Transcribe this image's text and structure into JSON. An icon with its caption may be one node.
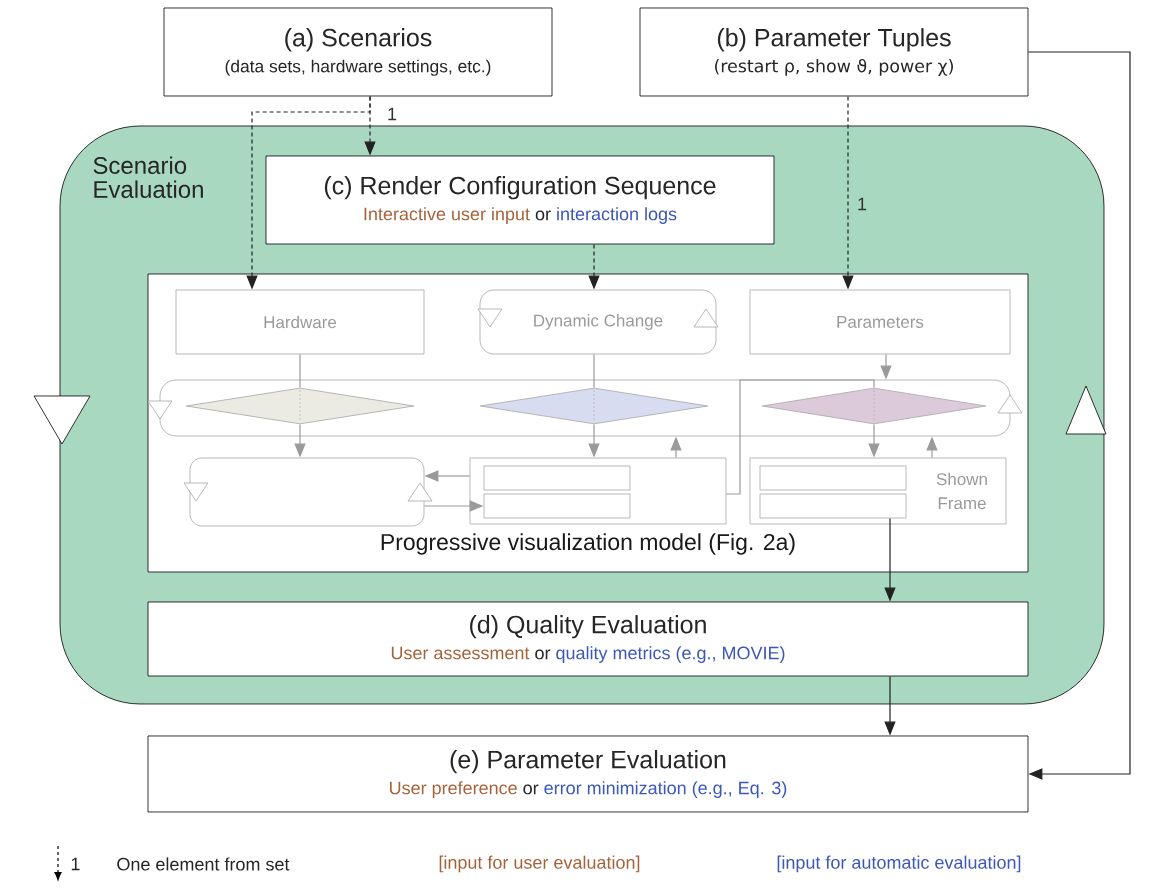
{
  "diagram": {
    "nodes": [
      {
        "text": [
          "(a) Scenarios",
          "(data sets, hardware settings, etc.)"
        ]
      },
      {
        "text": [
          "(b) Parameter Tuples",
          "(restart ρ, show ϑ, power χ)"
        ]
      },
      {
        "text": [
          "Scenario Evaluation"
        ]
      },
      {
        "text": [
          "(c) Render Configuration Sequence",
          "Interactive user input",
          "or",
          "interaction logs"
        ],
        "in": 2
      },
      {
        "text": [
          "Progressive visualization model (Fig. 2a)"
        ],
        "in": 2
      },
      {
        "text": [
          "Hardware"
        ],
        "in": 4
      },
      {
        "text": [
          "Dynamic Change"
        ],
        "in": 4
      },
      {
        "text": [
          "Parameters"
        ],
        "in": 4
      },
      {
        "text": [],
        "shape": "band",
        "in": 4
      },
      {
        "text": [],
        "shape": "diamond",
        "in": 8
      },
      {
        "text": [],
        "shape": "diamond",
        "in": 8
      },
      {
        "text": [],
        "shape": "diamond",
        "in": 8
      },
      {
        "text": [],
        "shape": "box",
        "in": 4
      },
      {
        "text": [],
        "shape": "box",
        "in": 4
      },
      {
        "text": [],
        "shape": "box",
        "in": 13
      },
      {
        "text": [],
        "shape": "box",
        "in": 13
      },
      {
        "text": [
          "Shown Frame"
        ],
        "in": 4
      },
      {
        "text": [],
        "shape": "box",
        "in": 16
      },
      {
        "text": [],
        "shape": "box",
        "in": 16
      },
      {
        "text": [
          "(d) Quality Evaluation",
          "User assessment",
          "or",
          "quality metrics (e.g., MOVIE)"
        ],
        "in": 2
      },
      {
        "text": [
          "(e) Parameter Evaluation",
          "User preference",
          "or",
          "error minimization (e.g., Eq. 3)"
        ]
      }
    ],
    "edges": [
      {
        "from": 0,
        "to": 3,
        "arrow": "to",
        "style": "dashed",
        "color": "#222222",
        "label": "1"
      },
      {
        "from": 0,
        "to": 5,
        "arrow": "to",
        "style": "dashed",
        "color": "#222222"
      },
      {
        "from": 3,
        "to": 6,
        "arrow": "to",
        "style": "dashed",
        "color": "#222222"
      },
      {
        "from": 1,
        "to": 7,
        "arrow": "to",
        "style": "dashed",
        "color": "#222222",
        "label": "1"
      },
      {
        "from": 1,
        "to": 20,
        "arrow": "to",
        "color": "#222222"
      },
      {
        "from": 18,
        "to": 19,
        "arrow": "to",
        "color": "#222222"
      },
      {
        "from": 19,
        "to": 20,
        "arrow": "to",
        "color": "#222222"
      },
      {
        "from": 5,
        "to": 9,
        "arrow": "none"
      },
      {
        "from": 9,
        "to": 12,
        "arrow": "to"
      },
      {
        "from": 6,
        "to": 10,
        "arrow": "none"
      },
      {
        "from": 10,
        "to": 13,
        "arrow": "to"
      },
      {
        "from": 7,
        "to": 8,
        "arrow": "to"
      },
      {
        "from": 11,
        "to": 16,
        "arrow": "to"
      },
      {
        "from": 13,
        "to": 12,
        "arrow": "to"
      },
      {
        "from": 12,
        "to": 15,
        "arrow": "to"
      },
      {
        "from": 13,
        "to": 8,
        "arrow": "to"
      },
      {
        "from": 16,
        "to": 8,
        "arrow": "to"
      },
      {
        "from": 13,
        "to": 11,
        "arrow": "none"
      }
    ],
    "labels": [
      "1",
      "[input for user evaluation]",
      "[input for automatic evaluation]"
    ],
    "legend": [
      {
        "text": "One element from set"
      }
    ]
  }
}
